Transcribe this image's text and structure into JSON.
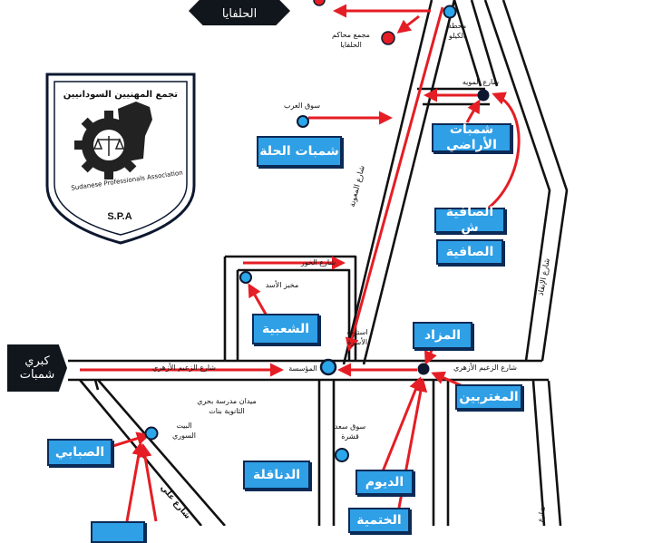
{
  "colors": {
    "route": "#e51d24",
    "road": "#111111",
    "box_fill": "#2f9fe6",
    "box_border": "#0b2a55",
    "node_fill": "#2aa7ea",
    "node_dark": "#0d1830",
    "court_marker": "#e51d24"
  },
  "logo": {
    "arabic_name": "تجمع المهنيين السودانيين",
    "english_name": "Sudanese Professionals Association",
    "abbreviation": "S.P.A",
    "icon": "fist-gear-scales-emblem"
  },
  "signs": {
    "halfaya": "الحلفايا",
    "kubri_shambat_line1": "كبري",
    "kubri_shambat_line2": "شمبات"
  },
  "boxes": {
    "shambat_hila": "شمبات الحلة",
    "shambat_aradi": "شمبات الأراضي",
    "safia_sh": "الصافية ش",
    "safia": "الصافية",
    "shabiya": "الشعبية",
    "mazad": "المزاد",
    "mughtaribin": "المغتربين",
    "sababi": "الصبابي",
    "danagla": "الدناقلة",
    "diyum": "الديوم",
    "khatmiya": "الختمية"
  },
  "labels": {
    "kilo_station_1": "محطة",
    "kilo_station_2": "الكيلو",
    "courts_1": "مجمع محاكم",
    "courts_2": "الحلفايا",
    "souq_arab": "سوق العرب",
    "moya_street": "شارع المويه",
    "maouna_street": "شارع المعونة",
    "inqaz_street": "شارع الإنقاذ",
    "khor_street": "شارع الخور",
    "asad_bakery": "مخبز الأسد",
    "stop_usra_1": "استوب",
    "stop_usra_2": "الأسرة",
    "muassasa": "المؤسسة",
    "azhari_west": "شارع الزعيم الأزهري",
    "azhari_east": "شارع الزعيم الأزهري",
    "maydan_1": "ميدان مدرسة بحري",
    "maydan_2": "الثانوية بنات",
    "bayt_suri_1": "البيت",
    "bayt_suri_2": "السوري",
    "souq_saad_1": "سوق سعد",
    "souq_saad_2": "قشرة",
    "lower_left_street": "شارع علي",
    "lower_right_street": "شارع"
  }
}
